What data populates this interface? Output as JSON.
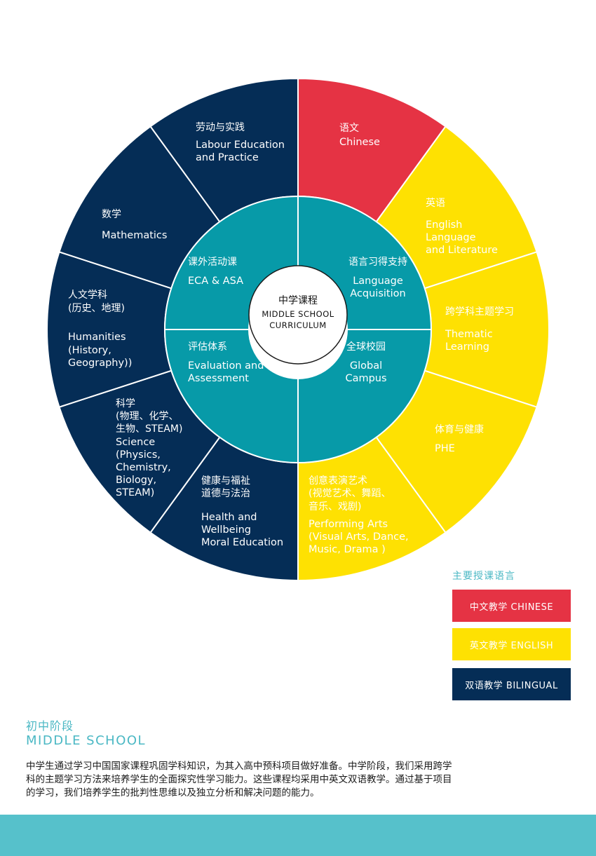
{
  "colors": {
    "red": "#e53344",
    "yellow": "#fee102",
    "navy": "#052d56",
    "teal": "#079aa8",
    "legend_title": "#4bb8c4"
  },
  "center": {
    "cn": "中学课程",
    "en_lines": [
      "MIDDLE SCHOOL",
      "CURRICULUM"
    ]
  },
  "inner_segments": [
    {
      "key": "language",
      "cn": "语言习得支持",
      "en": [
        "Language",
        "Acquisition"
      ]
    },
    {
      "key": "global",
      "cn": "全球校园",
      "en": [
        "Global",
        "Campus"
      ]
    },
    {
      "key": "evaluation",
      "cn": "评估体系",
      "en": [
        "Evaluation and",
        "Assessment"
      ]
    },
    {
      "key": "eca",
      "cn": "课外活动课",
      "en": [
        "ECA & ASA"
      ]
    }
  ],
  "outer_segments": [
    {
      "key": "chinese",
      "color": "red",
      "lines": [
        "语文",
        "Chinese"
      ]
    },
    {
      "key": "english",
      "color": "yellow",
      "lines": [
        "英语",
        "English",
        "Language",
        "and Literature"
      ]
    },
    {
      "key": "thematic",
      "color": "yellow",
      "lines": [
        "跨学科主题学习",
        "Thematic",
        "Learning"
      ]
    },
    {
      "key": "phe",
      "color": "yellow",
      "lines": [
        "体育与健康",
        "PHE"
      ]
    },
    {
      "key": "arts",
      "color": "yellow",
      "lines": [
        "创意表演艺术",
        "(视觉艺术、舞蹈、",
        "音乐、戏剧)",
        "Performing Arts",
        "(Visual Arts, Dance,",
        "Music, Drama )"
      ]
    },
    {
      "key": "health",
      "color": "navy",
      "lines": [
        "健康与福祉",
        "道德与法治",
        "Health and",
        "Wellbeing",
        "Moral Education"
      ]
    },
    {
      "key": "science",
      "color": "navy",
      "lines": [
        "科学",
        "(物理、化学、",
        "生物、STEAM)",
        "Science",
        "(Physics,",
        "Chemistry,",
        "Biology,",
        "STEAM)"
      ]
    },
    {
      "key": "humanities",
      "color": "navy",
      "lines": [
        "人文学科",
        "(历史、地理)",
        "Humanities",
        "(History,",
        "Geography))"
      ]
    },
    {
      "key": "math",
      "color": "navy",
      "lines": [
        "数学",
        "Mathematics"
      ]
    },
    {
      "key": "labour",
      "color": "navy",
      "lines": [
        "劳动与实践",
        "Labour Education",
        "and Practice"
      ]
    }
  ],
  "legend": {
    "title": "主要授课语言",
    "items": [
      {
        "label": "中文教学 CHINESE",
        "color": "red"
      },
      {
        "label": "英文教学 ENGLISH",
        "color": "yellow"
      },
      {
        "label": "双语教学 BILINGUAL",
        "color": "navy"
      }
    ]
  },
  "intro": {
    "title_cn": "初中阶段",
    "title_en": "MIDDLE SCHOOL",
    "body_lines": [
      "中学生通过学习中国国家课程巩固学科知识，为其入高中预科项目做好准备。中学阶段，我们采用跨学",
      "科的主题学习方法来培养学生的全面探究性学习能力。这些课程均采用中英文双语教学。通过基于项目",
      "的学习，我们培养学生的批判性思维以及独立分析和解决问题的能力。"
    ]
  }
}
